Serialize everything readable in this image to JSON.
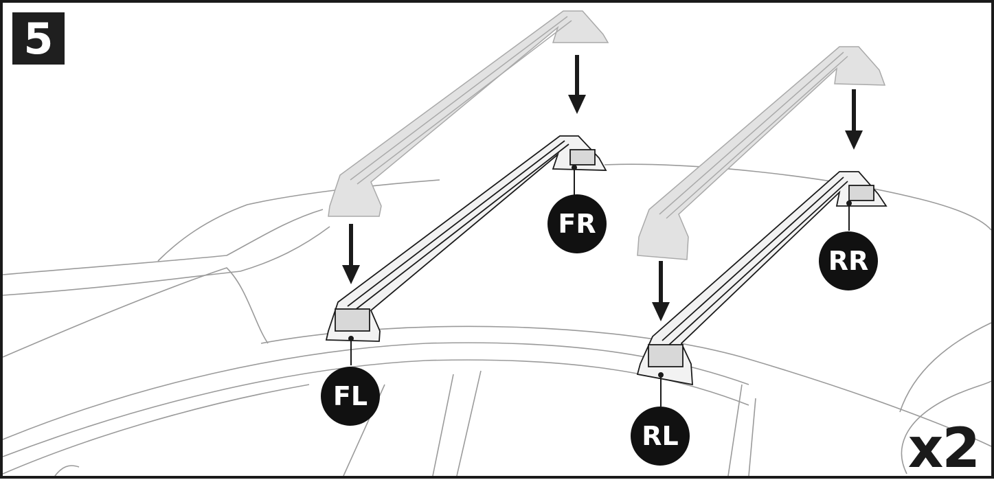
{
  "step_number": "5",
  "quantity": "x2",
  "positions": {
    "front_left": "FL",
    "front_right": "FR",
    "rear_left": "RL",
    "rear_right": "RR"
  },
  "colors": {
    "line": "#1a1a1a",
    "car_outline": "#9a9a9a",
    "ghost_bar": "#e2e2e2",
    "ghost_stroke": "#a9a9a9",
    "bar_fill": "#f2f2f2",
    "label_bg": "#111111"
  }
}
